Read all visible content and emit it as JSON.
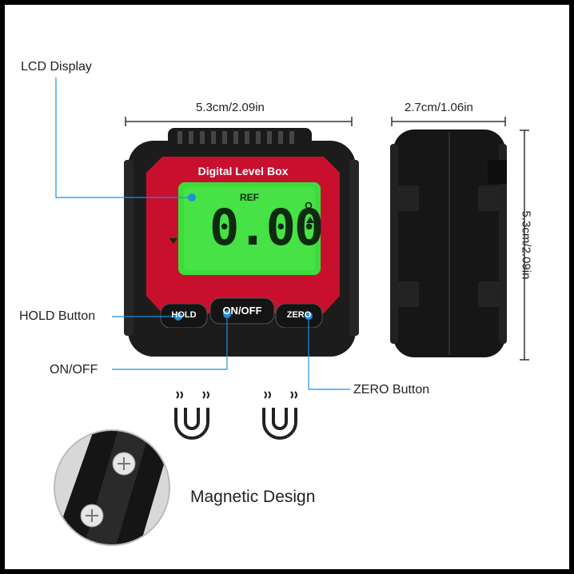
{
  "device": {
    "title": "Digital Level Box",
    "ref_label": "REF",
    "reading": "0.00",
    "degree_symbol": "o",
    "buttons": {
      "hold": "HOLD",
      "onoff": "ON/OFF",
      "zero": "ZERO"
    }
  },
  "dimensions": {
    "width": "5.3cm/2.09in",
    "depth": "2.7cm/1.06in",
    "height": "5.3cm/2.09in"
  },
  "callouts": {
    "lcd": "LCD Display",
    "hold": "HOLD Button",
    "onoff": "ON/OFF",
    "zero": "ZERO Button"
  },
  "feature": {
    "magnetic": "Magnetic Design"
  },
  "colors": {
    "body_red": "#c8102e",
    "lcd_green": "#3ddc3d",
    "callout_blue": "#1e8fe0"
  },
  "icons": [
    "magnet-icon",
    "magnet-icon",
    "screw-icon"
  ]
}
